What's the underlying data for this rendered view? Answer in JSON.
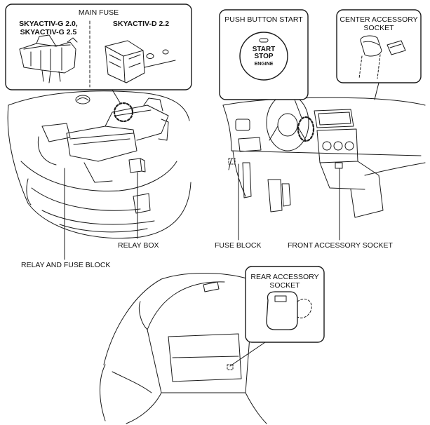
{
  "callouts": {
    "main_fuse": {
      "title": "MAIN FUSE",
      "left_variant": [
        "SKYACTIV-G 2.0,",
        "SKYACTIV-G 2.5"
      ],
      "right_variant": "SKYACTIV-D 2.2"
    },
    "push_button_start": {
      "title": "PUSH BUTTON START",
      "button_text": [
        "START",
        "STOP",
        "ENGINE"
      ]
    },
    "center_accessory_socket": {
      "title": [
        "CENTER ACCESSORY",
        "SOCKET"
      ]
    },
    "rear_accessory_socket": {
      "title": [
        "REAR ACCESSORY",
        "SOCKET"
      ]
    }
  },
  "labels": {
    "relay_box": "RELAY BOX",
    "relay_and_fuse_block": "RELAY AND FUSE BLOCK",
    "fuse_block": "FUSE BLOCK",
    "front_accessory_socket": "FRONT ACCESSORY SOCKET"
  },
  "style": {
    "line_color": "#1a1a1a",
    "fill_color": "#ffffff"
  }
}
